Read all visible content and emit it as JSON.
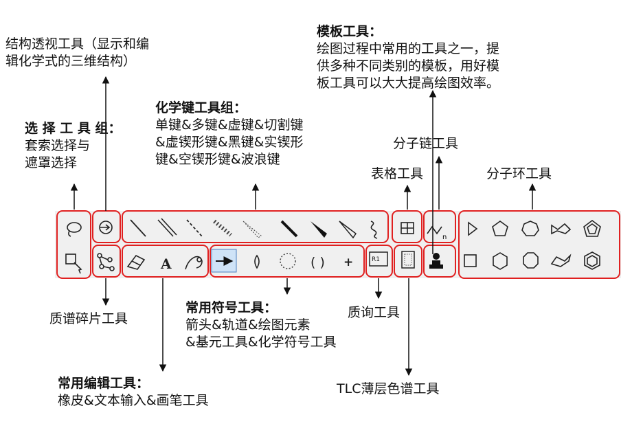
{
  "labels": {
    "struct": {
      "title": "结构透视工具（显示和编",
      "line2": "辑化学式的三维结构）"
    },
    "template": {
      "title": "模板工具：",
      "line1": "绘图过程中常用的工具之一，提",
      "line2": "供多种不同类别的模板，用好模",
      "line3": "板工具可以大大提高绘图效率。"
    },
    "bond": {
      "title": "化学键工具组：",
      "line1": "单键&多键&虚键&切割键",
      "line2": "&虚锲形键&黑键&实锲形",
      "line3": "键&空锲形键&波浪键"
    },
    "select": {
      "title": "选 择 工 具 组：",
      "line1": "套索选择与",
      "line2": "遮罩选择"
    },
    "chain": "分子链工具",
    "table": "表格工具",
    "ring": "分子环工具",
    "mass": "质谱碎片工具",
    "symbol": {
      "title": "常用符号工具：",
      "line1": "箭头&轨道&绘图元素",
      "line2": "&基元工具&化学符号工具"
    },
    "query": "质询工具",
    "edit": {
      "title": "常用编辑工具：",
      "line1": "橡皮&文本输入&画笔工具"
    },
    "tlc": "TLC薄层色谱工具"
  },
  "toolbar": {
    "text_tool_glyph": "A",
    "template_badge": "n",
    "query_badge": "R1",
    "symbol_paren": "( )",
    "symbol_plus": "+"
  },
  "colors": {
    "highlight": "#e02020",
    "toolbar_bg": "#f0f0f0",
    "arrow": "#111111",
    "selected_tool": "#cfe3f7"
  }
}
